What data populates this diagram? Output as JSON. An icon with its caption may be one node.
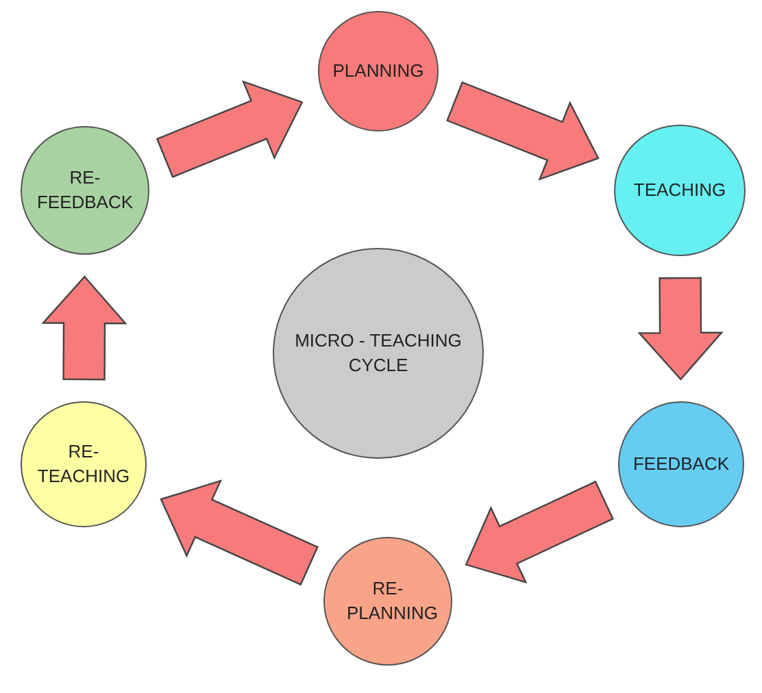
{
  "diagram": {
    "nodes": [
      {
        "text": [
          "PLANNING"
        ]
      },
      {
        "text": [
          "TEACHING"
        ]
      },
      {
        "text": [
          "FEEDBACK"
        ]
      },
      {
        "text": [
          "RE- PLANNING"
        ]
      },
      {
        "text": [
          "RE- TEACHING"
        ]
      },
      {
        "text": [
          "RE- FEEDBACK"
        ]
      },
      {
        "text": [
          "MICRO - TEACHING CYCLE"
        ]
      }
    ],
    "edges": [
      {
        "from": 5,
        "to": 0,
        "arrow": "to"
      },
      {
        "from": 0,
        "to": 1,
        "arrow": "to"
      },
      {
        "from": 1,
        "to": 2,
        "arrow": "to"
      },
      {
        "from": 2,
        "to": 3,
        "arrow": "to"
      },
      {
        "from": 3,
        "to": 4,
        "arrow": "to"
      },
      {
        "from": 4,
        "to": 5,
        "arrow": "to"
      }
    ]
  }
}
